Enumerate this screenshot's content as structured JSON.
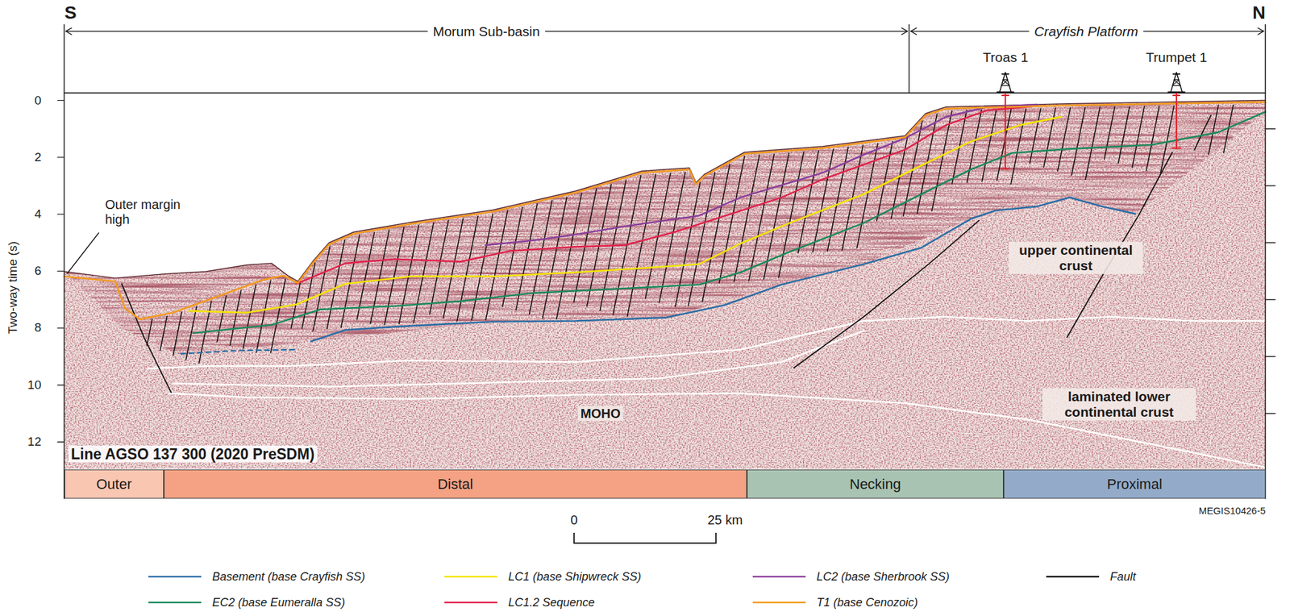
{
  "diagram": {
    "nodes": [
      {
        "text": [
          "Outer"
        ]
      },
      {
        "text": [
          "Distal"
        ]
      },
      {
        "text": [
          "Necking"
        ]
      },
      {
        "text": [
          "Proximal"
        ]
      }
    ],
    "labels": [
      "S",
      "N",
      "Morum Sub-basin",
      "Crayfish Platform",
      "Troas 1",
      "Trumpet 1",
      "0",
      "2",
      "4",
      "6",
      "8",
      "10",
      "12",
      "Two-way time (s)",
      "Outer margin high",
      "upper continental crust",
      "MOHO",
      "laminated lower continental crust",
      "Line AGSO 137 300 (2020 PreSDM)",
      "0",
      "25 km",
      "MEGIS10426-5"
    ],
    "legend": [
      {
        "text": "Basement (base Crayfish SS)"
      },
      {
        "text": "LC1 (base Shipwreck SS)"
      },
      {
        "text": "LC2 (base Sherbrook SS)"
      },
      {
        "text": "Fault"
      },
      {
        "text": "EC2 (base Eumeralla SS)"
      },
      {
        "text": "LC1.2 Sequence"
      },
      {
        "text": "T1 (base Cenozoic)"
      }
    ]
  }
}
